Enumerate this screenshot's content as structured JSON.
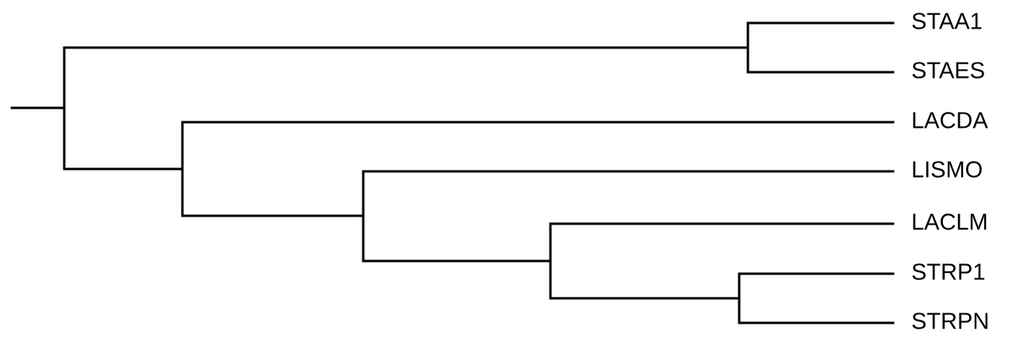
{
  "tree": {
    "type": "rectangular-phylogram",
    "line_color": "#000000",
    "newick": "(((STAA1,STAES),(LACDA,(LISMO,(LACLM,(STRP1,STRPN))))));",
    "leaves": [
      {
        "id": "staa1",
        "label": "STAA1"
      },
      {
        "id": "staes",
        "label": "STAES"
      },
      {
        "id": "lacda",
        "label": "LACDA"
      },
      {
        "id": "lismo",
        "label": "LISMO"
      },
      {
        "id": "laclm",
        "label": "LACLM"
      },
      {
        "id": "strp1",
        "label": "STRP1"
      },
      {
        "id": "strpn",
        "label": "STRPN"
      }
    ]
  }
}
